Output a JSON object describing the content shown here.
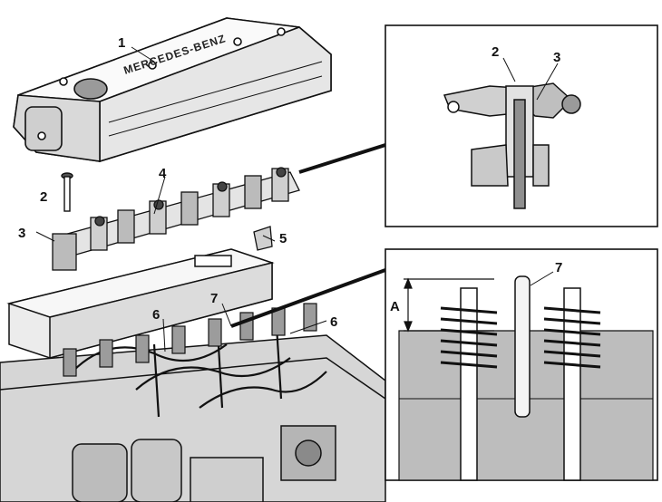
{
  "callouts": {
    "c1": "1",
    "c2": "2",
    "c3": "3",
    "c4": "4",
    "c5": "5",
    "c6a": "6",
    "c6b": "6",
    "c7": "7",
    "inset1_c2": "2",
    "inset1_c3": "3",
    "inset2_c7": "7",
    "inset2_dimA": "A"
  },
  "cover_brand": "MERCEDES-BENZ",
  "colors": {
    "line": "#111111",
    "shade": "#bdbdbd",
    "dark": "#3a3a3a",
    "paper": "#ffffff"
  }
}
